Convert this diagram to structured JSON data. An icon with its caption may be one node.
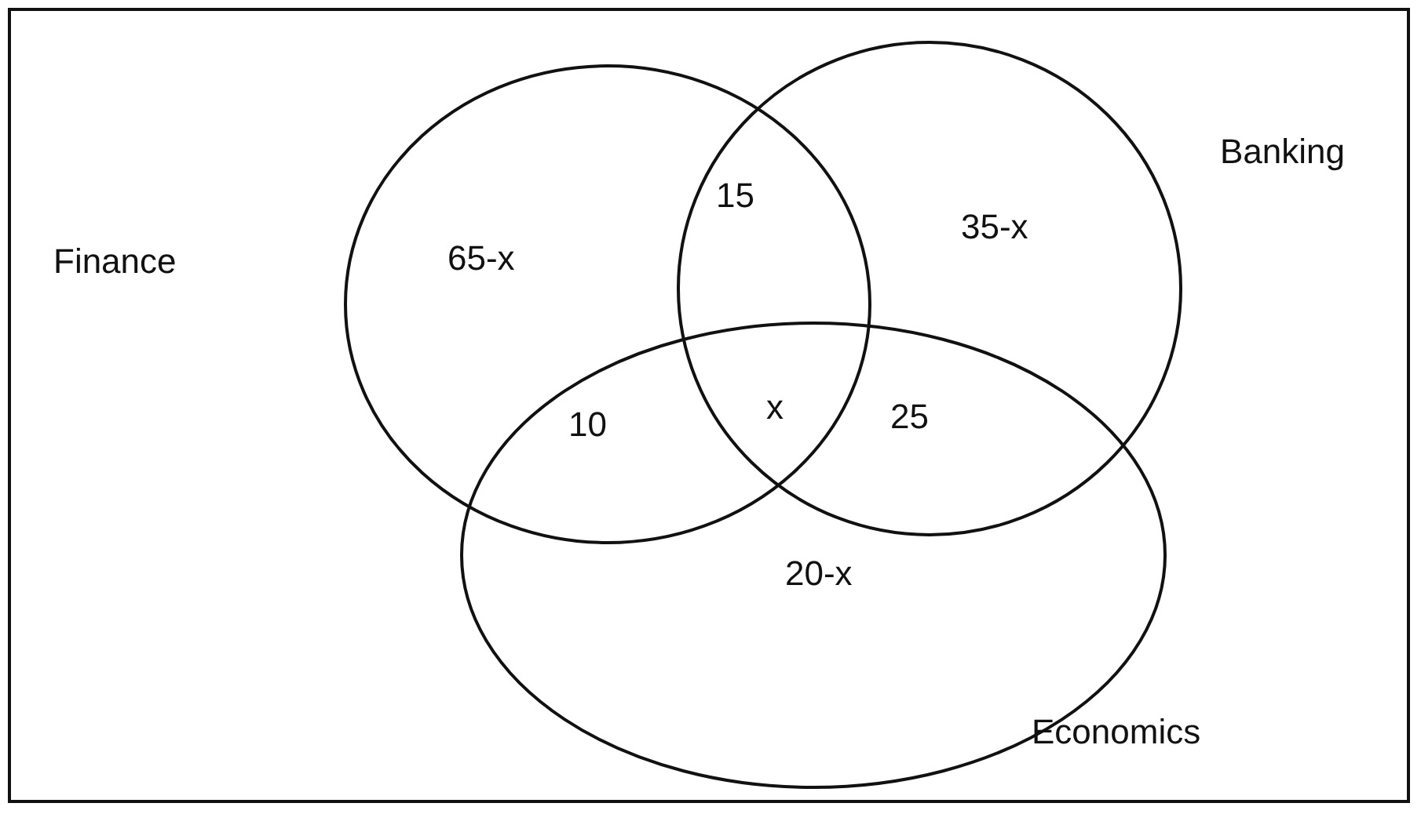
{
  "diagram": {
    "nodes": [
      {
        "text": [],
        "shape": "box"
      },
      {
        "text": [
          "Finance"
        ],
        "in": 0
      },
      {
        "text": [
          "Banking"
        ],
        "in": 0
      },
      {
        "text": [
          "Economics"
        ],
        "in": 0
      }
    ],
    "edges": [],
    "labels": [
      "15",
      "65-x",
      "35-x",
      "x",
      "10",
      "25",
      "20-x"
    ]
  }
}
